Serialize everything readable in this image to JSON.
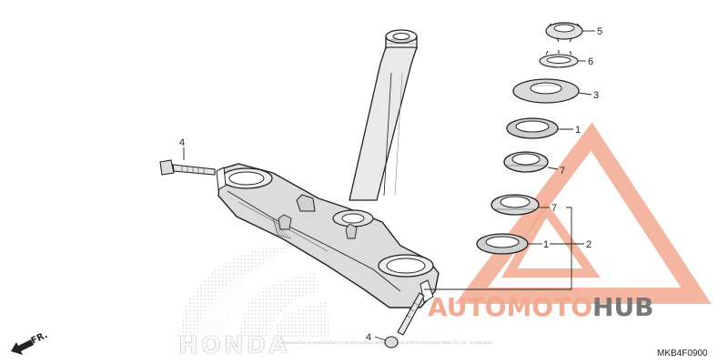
{
  "diagram": {
    "diagram_code": "MKB4F0900",
    "direction_label": "FR.",
    "fine_print": "Reproduction or redistribution in any form without written approval of American Honda Motor Co., Inc. is prohibited."
  },
  "callouts": [
    {
      "id": "c5",
      "label": "5"
    },
    {
      "id": "c6",
      "label": "6"
    },
    {
      "id": "c3",
      "label": "3"
    },
    {
      "id": "c1a",
      "label": "1"
    },
    {
      "id": "c7a",
      "label": "7"
    },
    {
      "id": "c7b",
      "label": "7"
    },
    {
      "id": "c1b",
      "label": "1"
    },
    {
      "id": "c2",
      "label": "2"
    },
    {
      "id": "c4a",
      "label": "4"
    },
    {
      "id": "c4b",
      "label": "4"
    }
  ],
  "watermark": {
    "brand_part1": "AUTOMOTO",
    "brand_part2": "HUB",
    "accent_color": "#f2a98f",
    "secondary_color": "#777777"
  },
  "background_logo": {
    "text": "HONDA"
  }
}
